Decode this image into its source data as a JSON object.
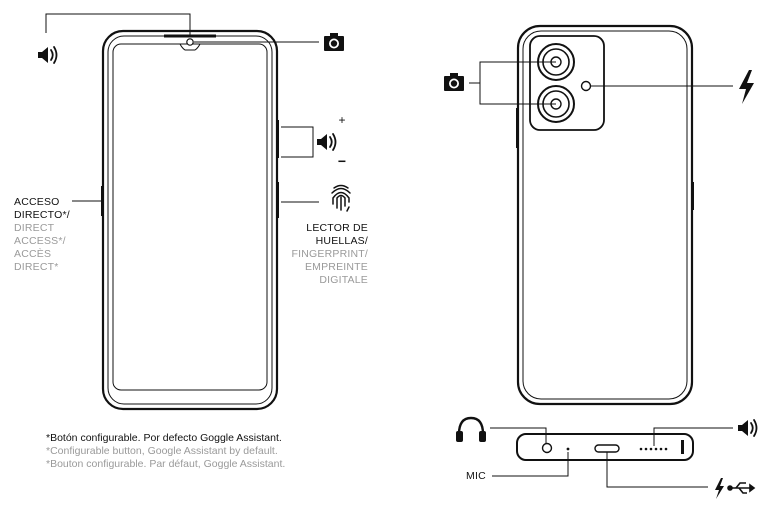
{
  "labels": {
    "shortcut": [
      "ACCESO",
      "DIRECTO*/",
      "DIRECT",
      "ACCESS*/",
      "ACCÈS",
      "DIRECT*"
    ],
    "fingerprint": [
      "LECTOR DE",
      "HUELLAS/",
      "FINGERPRINT/",
      "EMPREINTE",
      "DIGITALE"
    ],
    "volume_plus": "+",
    "volume_minus": "−",
    "mic": "MIC"
  },
  "footnotes": {
    "es": "*Botón configurable. Por defecto Goggle Assistant.",
    "en": "*Configurable button, Google Assistant by default.",
    "fr": "*Bouton configurable. Par défaut, Goggle Assistant."
  },
  "colors": {
    "line": "#111111",
    "secondary_text": "#9a9a9a",
    "icon_fill": "#111111",
    "background": "#ffffff"
  },
  "icons": {
    "earpiece": "speaker-icon",
    "front_camera": "camera-icon",
    "volume": "speaker-icon",
    "fingerprint": "fingerprint-icon",
    "rear_camera": "camera-icon",
    "flash": "lightning-icon",
    "headphone_jack": "headphones-icon",
    "bottom_speaker": "speaker-icon",
    "charging": "lightning-icon",
    "usb": "usb-icon"
  }
}
